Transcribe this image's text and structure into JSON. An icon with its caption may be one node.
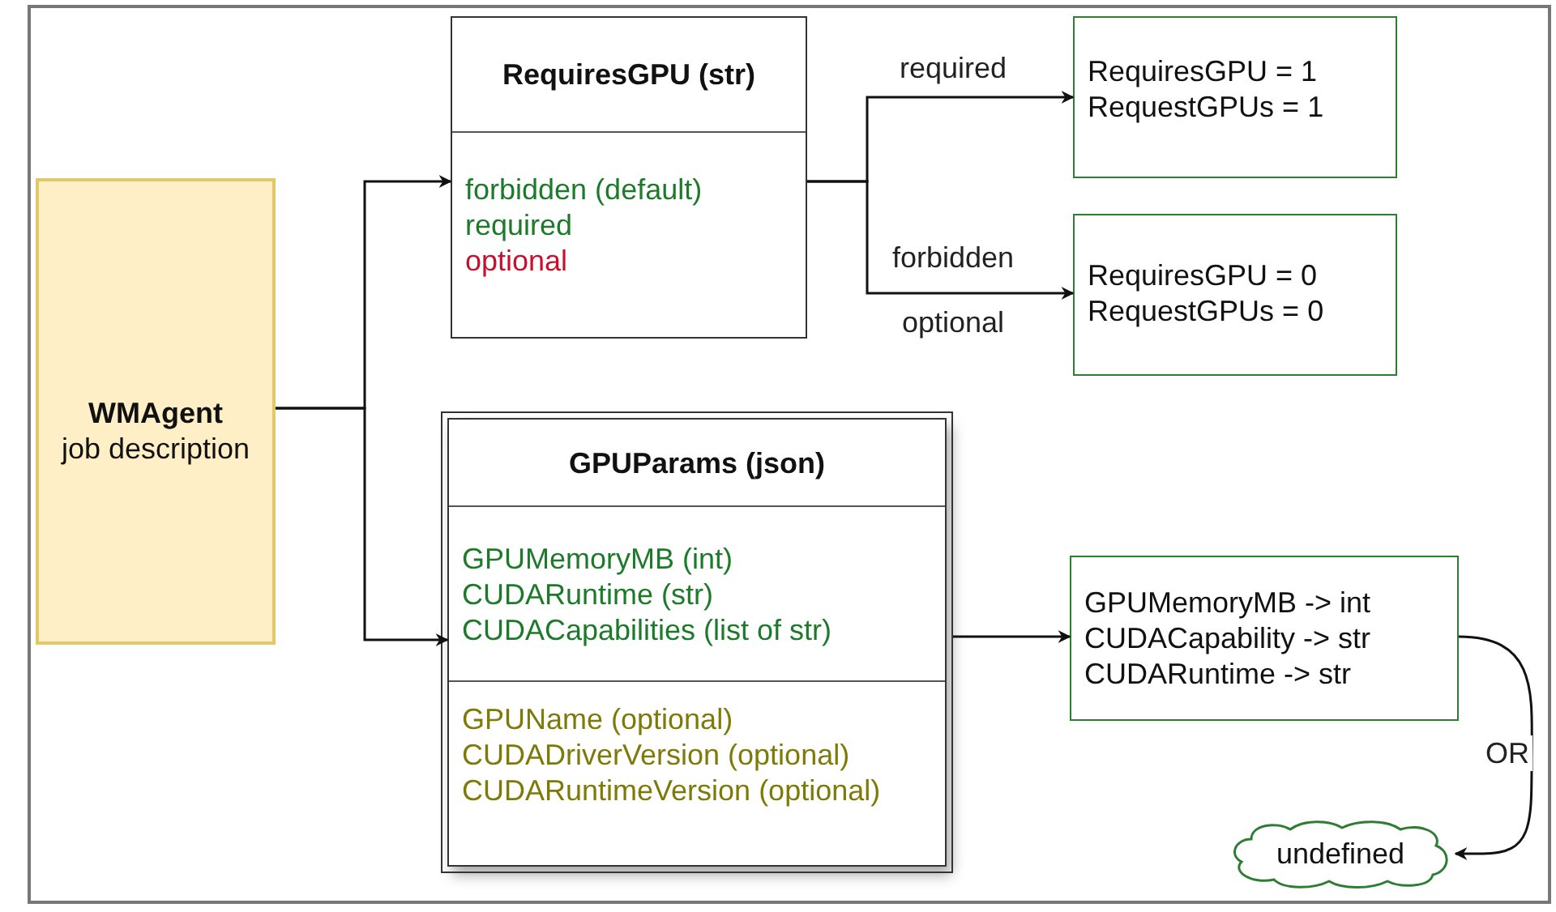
{
  "diagram": {
    "nodes": [
      {
        "text": [
          "WMAgent",
          "job description"
        ]
      },
      {
        "text": [
          "RequiresGPU (str)",
          "forbidden (default)",
          "required",
          "optional"
        ]
      },
      {
        "text": [
          "RequiresGPU = 1",
          "RequestGPUs = 1"
        ]
      },
      {
        "text": [
          "RequiresGPU = 0",
          "RequestGPUs = 0"
        ]
      },
      {
        "text": [
          "GPUParams (json)",
          "GPUMemoryMB (int)",
          "CUDARuntime (str)",
          "CUDACapabilities (list of str)",
          "GPUName (optional)",
          "CUDADriverVersion (optional)",
          "CUDARuntimeVersion (optional)"
        ]
      },
      {
        "text": [
          "GPUMemoryMB -> int",
          "CUDACapability -> str",
          "CUDARuntime -> str"
        ]
      },
      {
        "text": [
          "undefined"
        ]
      }
    ],
    "edges": [
      {
        "from": 0,
        "to": 1,
        "arrow": "to"
      },
      {
        "from": 0,
        "to": 4,
        "arrow": "to"
      },
      {
        "from": 1,
        "to": 2,
        "arrow": "to",
        "label": "required"
      },
      {
        "from": 1,
        "to": 3,
        "arrow": "to",
        "label": "forbidden optional"
      },
      {
        "from": 4,
        "to": 5,
        "arrow": "to"
      },
      {
        "from": 5,
        "to": 6,
        "arrow": "to",
        "label": "OR"
      }
    ]
  }
}
